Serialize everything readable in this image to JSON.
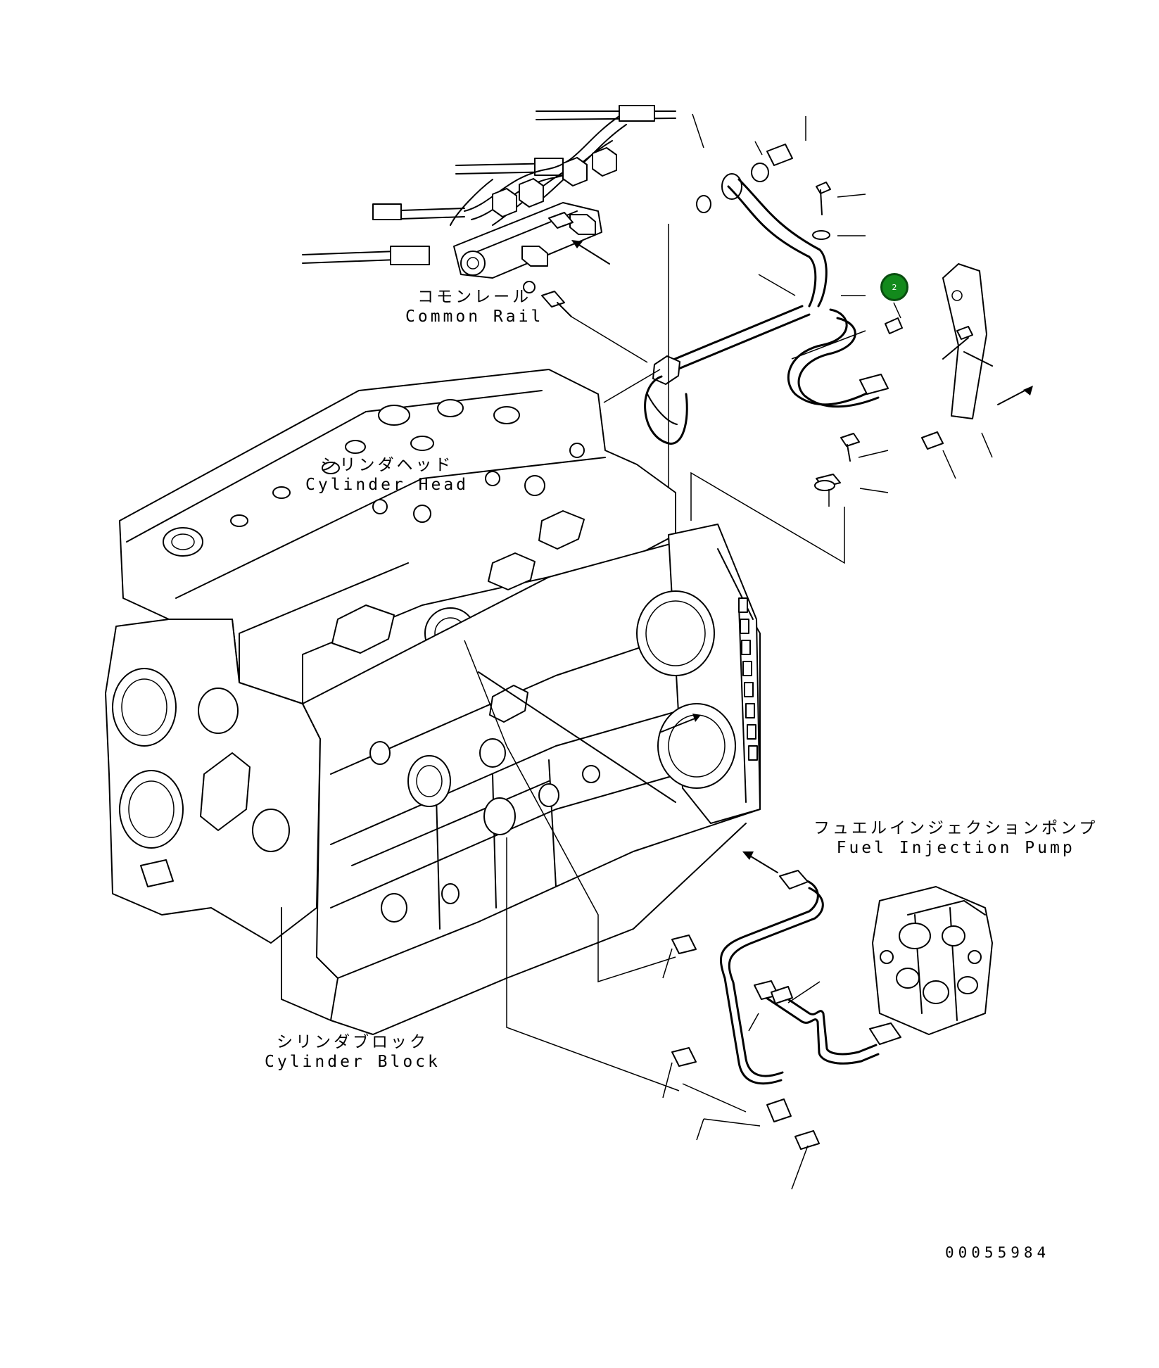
{
  "labels": {
    "common_rail": {
      "jp": "コモンレール",
      "en": "Common Rail"
    },
    "cylinder_head": {
      "jp": "シリンダヘッド",
      "en": "Cylinder Head"
    },
    "fuel_injection_pump": {
      "jp": "フュエルインジェクションポンプ",
      "en": "Fuel Injection Pump"
    },
    "cylinder_block": {
      "jp": "シリンダブロック",
      "en": "Cylinder Block"
    }
  },
  "callouts": [
    {
      "number": "2",
      "color": "#138a1c"
    }
  ],
  "reference_number": "00055984"
}
